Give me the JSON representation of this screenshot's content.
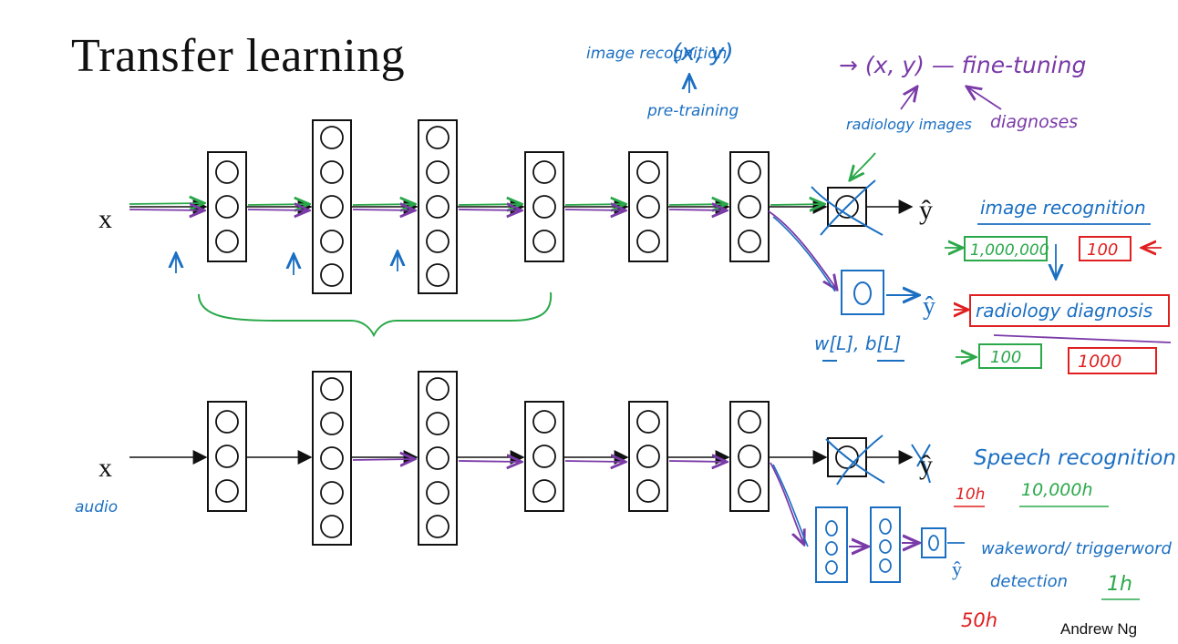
{
  "slide": {
    "title": "Transfer learning",
    "author": "Andrew Ng"
  },
  "network": {
    "input_label": "x",
    "output_label": "ŷ",
    "audio_label": "audio"
  },
  "annotations": {
    "image_recognition_top": "image recognition",
    "xy_top": "(x, y)",
    "pre_training": "pre-training",
    "fine_tuning_xy": "→ (x, y) — fine-tuning",
    "radiology_images": "radiology images",
    "diagnoses": "diagnoses",
    "weights_new": "w[L], b[L]",
    "image_recognition_right": "image recognition",
    "count_1m": "1,000,000",
    "count_100_red": "100",
    "radiology_diagnosis": "radiology diagnosis",
    "count_100_green": "100",
    "count_1000": "1000",
    "speech_recognition": "Speech recognition",
    "hours_10": "10h",
    "hours_10000": "10,000h",
    "wakeword_1": "wakeword/ triggerword",
    "wakeword_2": "detection",
    "hours_1": "1h",
    "hours_50": "50h"
  },
  "colors": {
    "green": "#2aa84a",
    "purple": "#7a3aa8",
    "blue": "#1b6fc2",
    "red": "#e02020",
    "black": "#111111"
  }
}
